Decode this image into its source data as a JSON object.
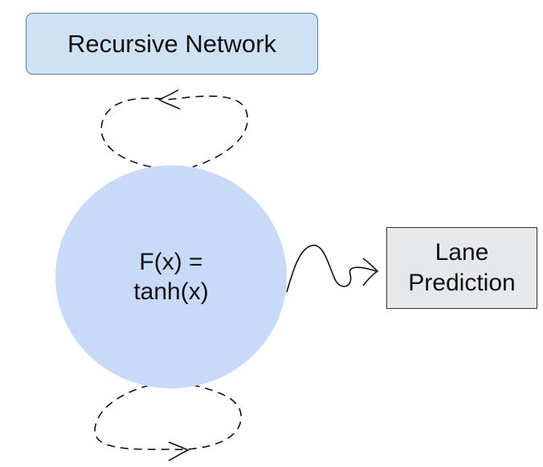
{
  "diagram": {
    "title": "Recursive Network",
    "node": {
      "line1": "F(x) =",
      "line2": "tanh(x)"
    },
    "output": {
      "line1": "Lane",
      "line2": "Prediction"
    }
  },
  "colors": {
    "title_fill": "#cfe2f3",
    "title_border": "#5b7fa6",
    "node_fill": "#c9daf8",
    "output_fill": "#e6e8ea",
    "output_border": "#333333",
    "edge": "#111111"
  }
}
